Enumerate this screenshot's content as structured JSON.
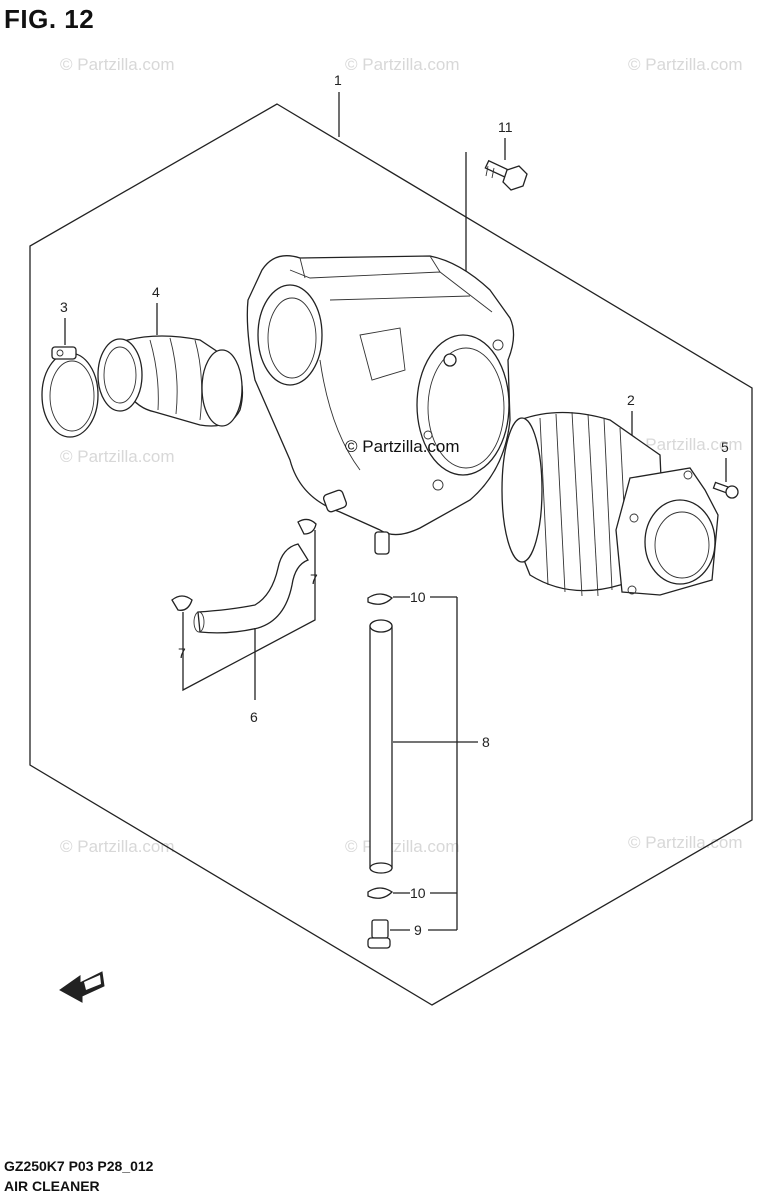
{
  "header": {
    "figure_label": "FIG. 12"
  },
  "footer": {
    "model_code": "GZ250K7 P03 P28_012",
    "section_title": "AIR CLEANER"
  },
  "watermarks": {
    "text": "© Partzilla.com",
    "center_text": "© Partzilla.com"
  },
  "callouts": {
    "p1": "1",
    "p2": "2",
    "p3": "3",
    "p4": "4",
    "p5": "5",
    "p6": "6",
    "p7a": "7",
    "p7b": "7",
    "p8": "8",
    "p9": "9",
    "p10a": "10",
    "p10b": "10",
    "p11": "11"
  },
  "icons": {
    "front_arrow": "front-direction-arrow-icon"
  }
}
